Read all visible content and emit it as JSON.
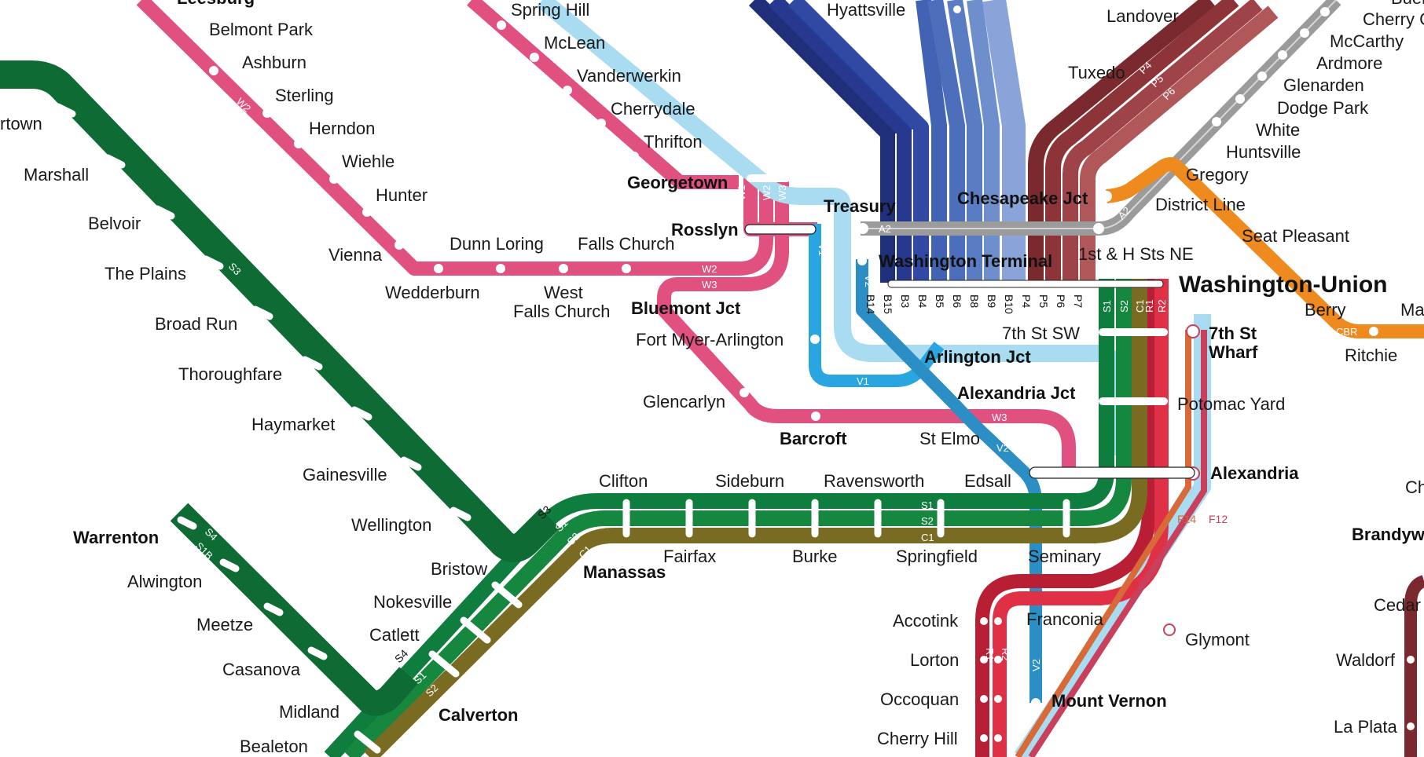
{
  "colors": {
    "green": "#0f7d3e",
    "green_dark": "#0d6b33",
    "olive": "#7a6b22",
    "pink": "#e0517f",
    "light_blue": "#a9dcf1",
    "blue": "#29a6df",
    "steel_blue": "#2b8fc6",
    "grey": "#9b9b9b",
    "orange": "#ef8a1f",
    "red": "#e03045",
    "crimson": "#b81f34",
    "maroon": "#7a2a2e",
    "navy_1": "#1f2f7a",
    "navy_2": "#27398f",
    "navy_3": "#3149a3",
    "navy_4": "#4262b3",
    "navy_5": "#5a7cc2",
    "navy_6": "#8aa3d8"
  },
  "route_labels": {
    "w1": "W1",
    "w2": "W2",
    "w3": "W3",
    "v1": "V1",
    "v2": "V2",
    "s1": "S1",
    "s2": "S2",
    "s3": "S3",
    "s4": "S4",
    "s1a": "S1A",
    "s1b": "S1B",
    "c1": "C1",
    "r1": "R1",
    "r2": "R2",
    "a2": "A2",
    "p4": "P4",
    "p5": "P5",
    "p6": "P6",
    "p7": "P7",
    "b14": "B14",
    "b15": "B15",
    "b3": "B3",
    "b4": "B4",
    "b5": "B5",
    "b6": "B6",
    "b8": "B8",
    "b9": "B9",
    "b10": "B10",
    "f14": "F14",
    "f12": "F12",
    "cbr": "CBR"
  },
  "stations": {
    "leesburg": "Leesburg",
    "belmont_park": "Belmont Park",
    "ashburn": "Ashburn",
    "sterling": "Sterling",
    "herndon": "Herndon",
    "wiehle": "Wiehle",
    "hunter": "Hunter",
    "vienna": "Vienna",
    "dunn_loring": "Dunn Loring",
    "falls_church": "Falls Church",
    "wedderburn": "Wedderburn",
    "west_falls_church_1": "West",
    "west_falls_church_2": "Falls Church",
    "spring_hill": "Spring Hill",
    "mclean": "McLean",
    "vanderwerkin": "Vanderwerkin",
    "cherrydale": "Cherrydale",
    "thrifton": "Thrifton",
    "georgetown": "Georgetown",
    "rosslyn": "Rosslyn",
    "treasury": "Treasury",
    "bluemont_jct": "Bluemont Jct",
    "fort_myer_arlington": "Fort Myer-Arlington",
    "glencarlyn": "Glencarlyn",
    "barcroft": "Barcroft",
    "st_elmo": "St Elmo",
    "arlington_jct": "Arlington Jct",
    "alexandria_jct": "Alexandria Jct",
    "washington_terminal": "Washington Terminal",
    "seventh_st_sw": "7th St SW",
    "hyattsville": "Hyattsville",
    "landover": "Landover",
    "tuxedo": "Tuxedo",
    "chesapeake_jct": "Chesapeake Jct",
    "first_h_sts_ne": "1st & H Sts NE",
    "washington_union": "Washington-Union",
    "cherry_grove": "Cherry Gro",
    "mccarthy": "McCarthy",
    "ardmore": "Ardmore",
    "glenarden": "Glenarden",
    "dodge_park": "Dodge Park",
    "white": "White",
    "huntsville": "Huntsville",
    "gregory": "Gregory",
    "district_line": "District Line",
    "seat_pleasant": "Seat Pleasant",
    "berry": "Berry",
    "ma": "Ma",
    "ritchie": "Ritchie",
    "seventh_st_wharf_1": "7th St",
    "seventh_st_wharf_2": "Wharf",
    "potomac_yard": "Potomac Yard",
    "alexandria": "Alexandria",
    "ch": "Ch",
    "brandywine": "Brandyw",
    "cedar": "Cedar",
    "waldorf": "Waldorf",
    "la_plata": "La Plata",
    "buena": "Buena",
    "town": "rtown",
    "marshall": "Marshall",
    "belvoir": "Belvoir",
    "the_plains": "The Plains",
    "broad_run": "Broad Run",
    "thoroughfare": "Thoroughfare",
    "haymarket": "Haymarket",
    "gainesville": "Gainesville",
    "wellington": "Wellington",
    "bristow": "Bristow",
    "manassas": "Manassas",
    "nokesville": "Nokesville",
    "catlett": "Catlett",
    "calverton": "Calverton",
    "midland": "Midland",
    "bealeton": "Bealeton",
    "warrenton": "Warrenton",
    "alwington": "Alwington",
    "meetze": "Meetze",
    "casanova": "Casanova",
    "clifton": "Clifton",
    "sideburn": "Sideburn",
    "ravensworth": "Ravensworth",
    "edsall": "Edsall",
    "fairfax": "Fairfax",
    "burke": "Burke",
    "springfield": "Springfield",
    "seminary": "Seminary",
    "franconia": "Franconia",
    "accotink": "Accotink",
    "lorton": "Lorton",
    "occoquan": "Occoquan",
    "cherry_hill": "Cherry Hill",
    "glymont": "Glymont",
    "mount_vernon": "Mount Vernon"
  }
}
